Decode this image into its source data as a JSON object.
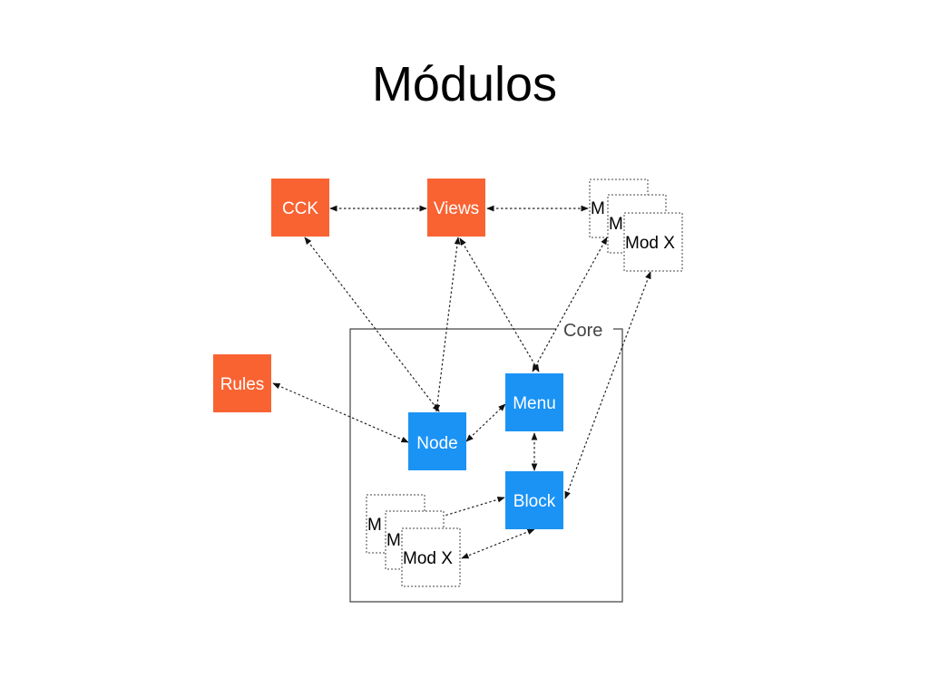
{
  "title": "Módulos",
  "core_label": "Core",
  "colors": {
    "external": "#f96332",
    "core": "#1a93f5",
    "outline": "#444444"
  },
  "nodes": {
    "cck": "CCK",
    "views": "Views",
    "rules": "Rules",
    "menu": "Menu",
    "node": "Node",
    "block": "Block"
  },
  "module_stack_top": {
    "back_label": "M",
    "middle_label": "M",
    "front_label": "Mod X"
  },
  "module_stack_core": {
    "back_label": "M",
    "middle_label": "M",
    "front_label": "Mod X"
  }
}
